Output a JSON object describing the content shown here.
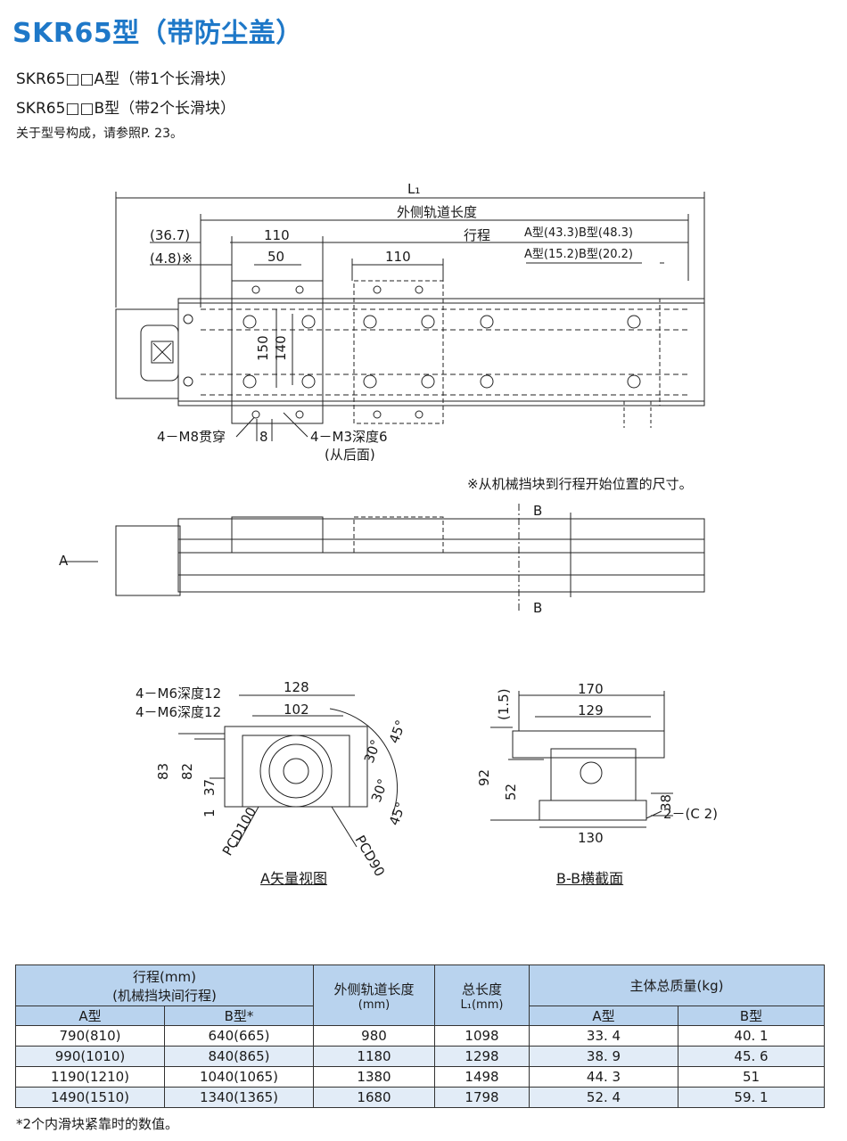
{
  "header": {
    "title": "SKR65型（带防尘盖）",
    "line_a": "SKR65□□A型（带1个长滑块）",
    "line_b": "SKR65□□B型（带2个长滑块）",
    "note": "关于型号构成，请参照P. 23。"
  },
  "top_view": {
    "dim_l1": "L₁",
    "dim_outer": "外侧轨道长度",
    "dim_stroke": "行程",
    "dim_36_7": "(36.7)",
    "dim_4_8": "(4.8)※",
    "dim_110_a": "110",
    "dim_50": "50",
    "dim_110_b": "110",
    "dim_ab1": "A型(43.3)B型(48.3)",
    "dim_ab2": "A型(15.2)B型(20.2)",
    "dim_150": "150",
    "dim_140": "140",
    "lbl_m8": "4－M8贯穿",
    "lbl_8": "8",
    "lbl_m3": "4－M3深度6",
    "lbl_back": "(从后面)",
    "note_stopper": "※从机械挡块到行程开始位置的尺寸。"
  },
  "side_view": {
    "lbl_a": "A",
    "lbl_b_top": "B",
    "lbl_b_bottom": "B"
  },
  "end_view": {
    "lbl_m6_a": "4－M6深度12",
    "lbl_m6_b": "4－M6深度12",
    "dim_128": "128",
    "dim_102": "102",
    "dim_83": "83",
    "dim_82": "82",
    "dim_37": "37",
    "dim_1": "1",
    "ang_30_a": "30°",
    "ang_45_a": "45°",
    "ang_30_b": "30°",
    "ang_45_b": "45°",
    "pcd100": "PCD100",
    "pcd90": "PCD90",
    "caption": "A矢量视图"
  },
  "section_view": {
    "dim_170": "170",
    "dim_129": "129",
    "dim_1_5": "(1.5)",
    "dim_92": "92",
    "dim_52": "52",
    "dim_38": "38",
    "dim_130": "130",
    "lbl_c2": "2－(C 2)",
    "caption": "B-B横截面"
  },
  "table": {
    "h_stroke": "行程(mm)",
    "h_stroke2": "(机械挡块间行程)",
    "h_a": "A型",
    "h_b": "B型*",
    "h_rail": "外侧轨道长度",
    "h_rail_unit": "(mm)",
    "h_total": "总长度",
    "h_total_unit": "L₁(mm)",
    "h_mass": "主体总质量(kg)",
    "h_mass_a": "A型",
    "h_mass_b": "B型",
    "rows": [
      [
        "790(810)",
        "640(665)",
        "980",
        "1098",
        "33. 4",
        "40. 1"
      ],
      [
        "990(1010)",
        "840(865)",
        "1180",
        "1298",
        "38. 9",
        "45. 6"
      ],
      [
        "1190(1210)",
        "1040(1065)",
        "1380",
        "1498",
        "44. 3",
        "51"
      ],
      [
        "1490(1510)",
        "1340(1365)",
        "1680",
        "1798",
        "52. 4",
        "59. 1"
      ]
    ],
    "footnote": "*2个内滑块紧靠时的数值。"
  }
}
